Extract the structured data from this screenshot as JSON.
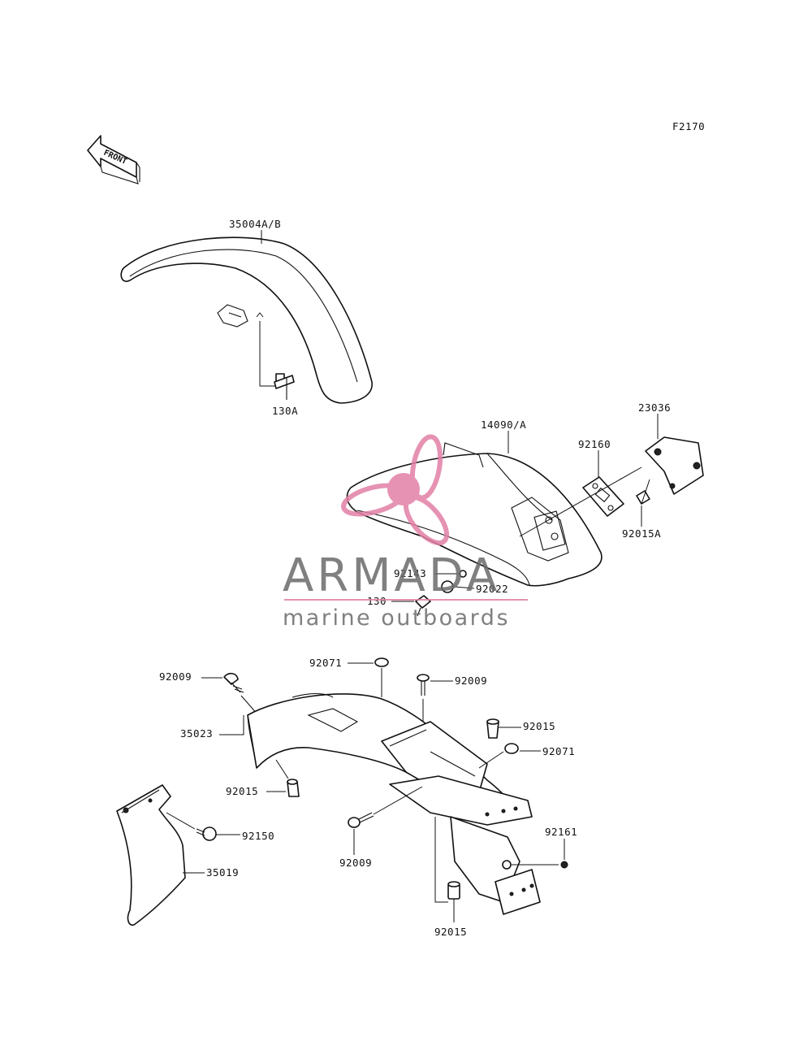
{
  "figure_id": "F2170",
  "front_marker": "FRONT",
  "labels": {
    "p35004": "35004A/B",
    "p130A": "130A",
    "p14090": "14090/A",
    "p23036": "23036",
    "p92160": "92160",
    "p92015A": "92015A",
    "p92143": "92143",
    "p92022": "92022",
    "p130": "130",
    "p92071a": "92071",
    "p92009a": "92009",
    "p92009b": "92009",
    "p35023": "35023",
    "p92015a": "92015",
    "p92071b": "92071",
    "p92015b": "92015",
    "p92150": "92150",
    "p35019": "35019",
    "p92009c": "92009",
    "p92161": "92161",
    "p92015c": "92015"
  },
  "watermark": {
    "brand": "ARMADA",
    "tagline": "marine outboards",
    "accent_color": "#e27fa6",
    "text_color": "#6a6a6a"
  }
}
